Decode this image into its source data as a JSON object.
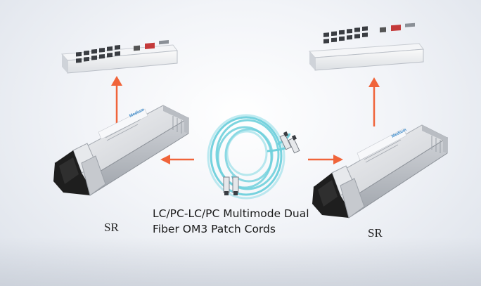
{
  "diagram": {
    "left_module_label": "SR",
    "right_module_label": "SR",
    "cable_caption_line1": "LC/PC-LC/PC Multimode Dual",
    "cable_caption_line2": "Fiber OM3 Patch Cords",
    "module_brand": "Medium",
    "colors": {
      "arrow": "#f0643a",
      "cable": "#6fd0dc",
      "module_body": "#d5d8dd",
      "module_bail": "#1e1e1e"
    }
  }
}
